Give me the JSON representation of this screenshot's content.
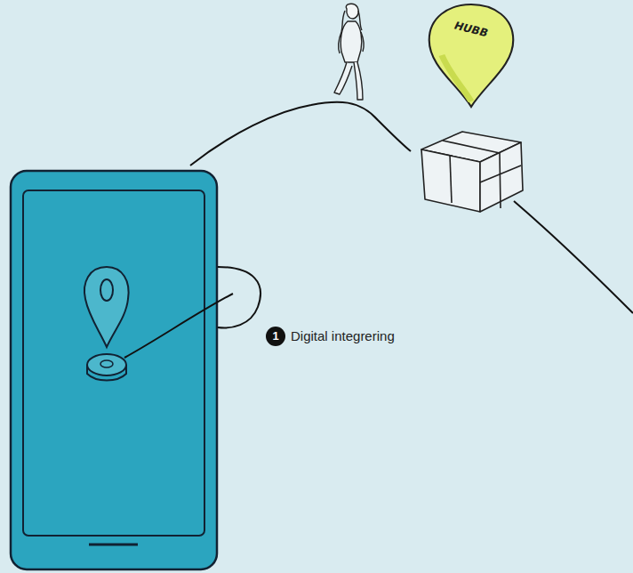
{
  "diagram": {
    "nodes": [
      {
        "text": [
          "HUBB"
        ]
      }
    ],
    "labels": [
      "1",
      "Digital integrering"
    ]
  }
}
